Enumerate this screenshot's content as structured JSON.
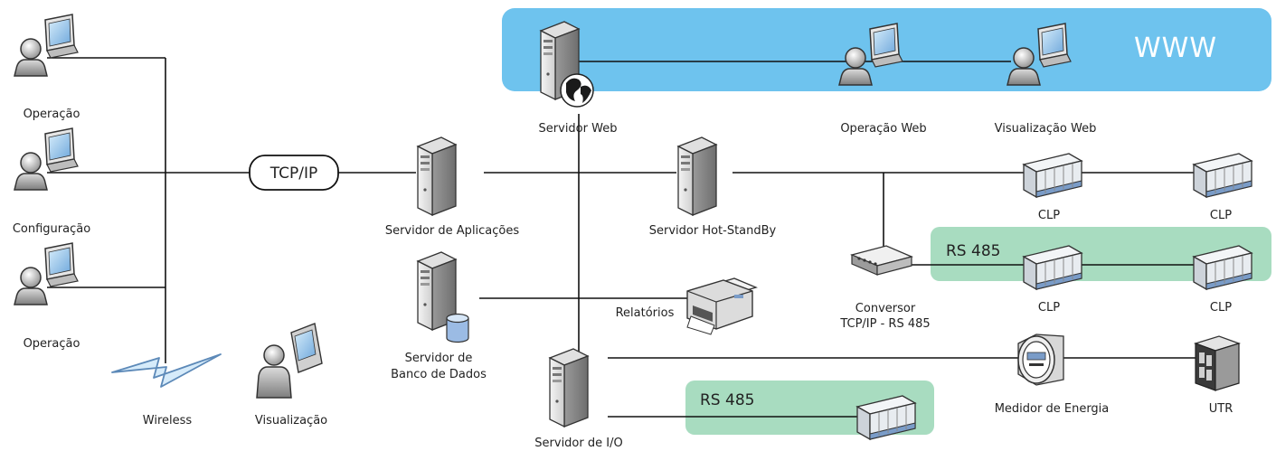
{
  "colors": {
    "www_zone": "#6ec3ee",
    "rs485_zone": "#a8dcc0",
    "line": "#111111",
    "monitor_screen": "#7fb6e6",
    "clp_body": "#e6eaee",
    "clp_base": "#7a9cc8"
  },
  "zones": {
    "www": "WWW",
    "rs485_top": "RS 485",
    "rs485_bottom": "RS 485"
  },
  "hub": {
    "label": "TCP/IP"
  },
  "nodes": {
    "operacao_1": {
      "label": "Operação",
      "icon": "user-workstation"
    },
    "configuracao": {
      "label": "Configuração",
      "icon": "user-workstation"
    },
    "operacao_2": {
      "label": "Operação",
      "icon": "user-workstation"
    },
    "wireless": {
      "label": "Wireless",
      "icon": "lightning-bolt"
    },
    "visualizacao": {
      "label": "Visualização",
      "icon": "user-pda"
    },
    "servidor_aplicacoes": {
      "label": "Servidor de Aplicações",
      "icon": "server"
    },
    "servidor_banco": {
      "label_line1": "Servidor de",
      "label_line2": "Banco de Dados",
      "icon": "server-database"
    },
    "servidor_web": {
      "label": "Servidor Web",
      "icon": "server-globe"
    },
    "operacao_web": {
      "label": "Operação Web",
      "icon": "user-workstation"
    },
    "visualizacao_web": {
      "label": "Visualização Web",
      "icon": "user-workstation"
    },
    "servidor_hot_standby": {
      "label": "Servidor Hot-StandBy",
      "icon": "server"
    },
    "relatorios": {
      "label": "Relatórios",
      "icon": "printer"
    },
    "servidor_io": {
      "label": "Servidor de I/O",
      "icon": "server"
    },
    "conversor": {
      "label_line1": "Conversor",
      "label_line2": "TCP/IP - RS 485",
      "icon": "switch"
    },
    "clp_1": {
      "label": "CLP",
      "icon": "plc-rack"
    },
    "clp_2": {
      "label": "CLP",
      "icon": "plc-rack"
    },
    "clp_3": {
      "label": "CLP",
      "icon": "plc-rack"
    },
    "clp_4": {
      "label": "CLP",
      "icon": "plc-rack"
    },
    "clp_5": {
      "icon": "plc-rack"
    },
    "medidor": {
      "label": "Medidor de Energia",
      "icon": "energy-meter"
    },
    "utr": {
      "label": "UTR",
      "icon": "rtu-cabinet"
    }
  }
}
